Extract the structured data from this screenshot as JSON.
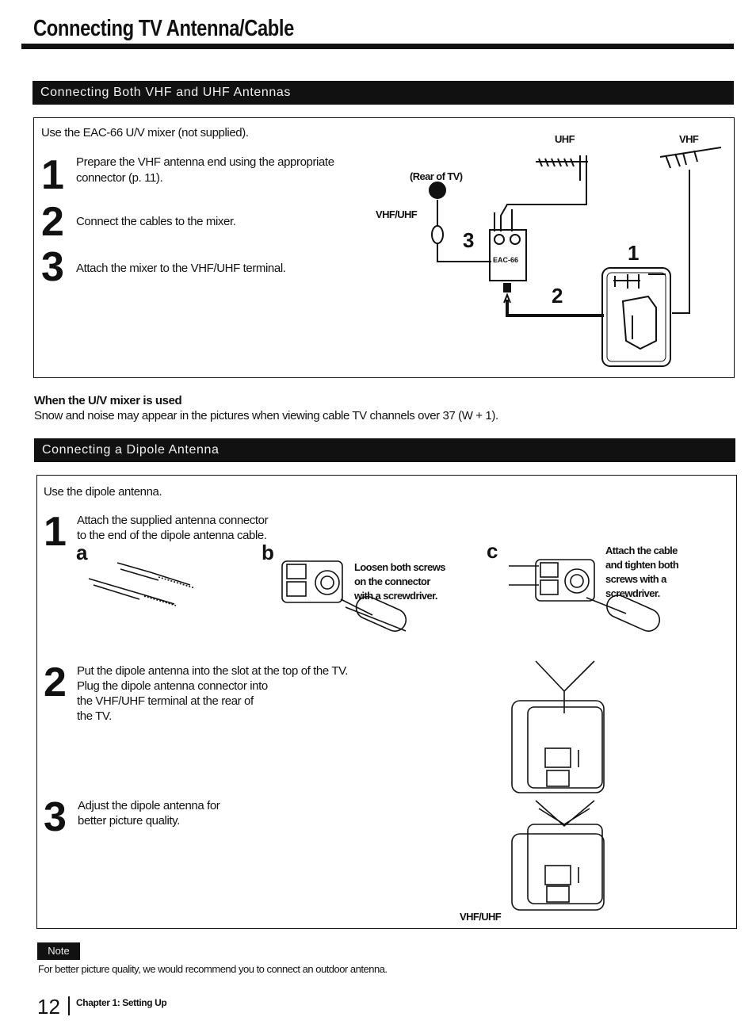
{
  "header": {
    "title": "Connecting TV Antenna/Cable"
  },
  "section1": {
    "bar_label": "Connecting Both VHF and UHF Antennas",
    "intro": "Use the EAC-66 U/V mixer (not supplied).",
    "steps": [
      {
        "num": "1",
        "lines": [
          "Prepare the VHF antenna end using the appropriate",
          "connector (p. 11)."
        ]
      },
      {
        "num": "2",
        "lines": [
          "Connect the cables to the mixer."
        ]
      },
      {
        "num": "3",
        "lines": [
          "Attach the mixer to the VHF/UHF terminal."
        ]
      }
    ],
    "figure": {
      "uhf": "UHF",
      "vhf": "VHF",
      "rear_tv": "(Rear of TV)",
      "vhf_uhf": "VHF/UHF",
      "eac": "EAC-66",
      "callout_1": "1",
      "callout_2": "2",
      "callout_3": "3"
    }
  },
  "mixer_note": {
    "heading": "When the U/V mixer is used",
    "text": "Snow and noise may appear in the pictures when viewing cable TV channels over 37 (W + 1)."
  },
  "section2": {
    "bar_label": "Connecting a Dipole Antenna",
    "intro": "Use the dipole antenna.",
    "step1": {
      "num": "1",
      "lines": [
        "Attach the supplied antenna connector",
        "to the end of the dipole antenna cable."
      ]
    },
    "fig_a": "a",
    "fig_b": "b",
    "fig_b_text": [
      "Loosen both screws",
      "on the connector",
      "with a screwdriver."
    ],
    "fig_c": "c",
    "fig_c_text": [
      "Attach the cable",
      "and tighten both",
      "screws with a",
      "screwdriver."
    ],
    "step2": {
      "num": "2",
      "lines": [
        "Put the dipole antenna into the slot at the top of the TV.",
        "Plug the dipole antenna connector into",
        "the VHF/UHF terminal at the rear of",
        "the TV."
      ]
    },
    "step3": {
      "num": "3",
      "lines": [
        "Adjust the dipole antenna for",
        "better picture quality."
      ]
    },
    "vhf_uhf_label": "VHF/UHF"
  },
  "note": {
    "badge": "Note",
    "text": "For better picture quality, we would recommend you to connect an outdoor antenna."
  },
  "footer": {
    "page_number": "12",
    "chapter": "Chapter 1: Setting Up"
  }
}
